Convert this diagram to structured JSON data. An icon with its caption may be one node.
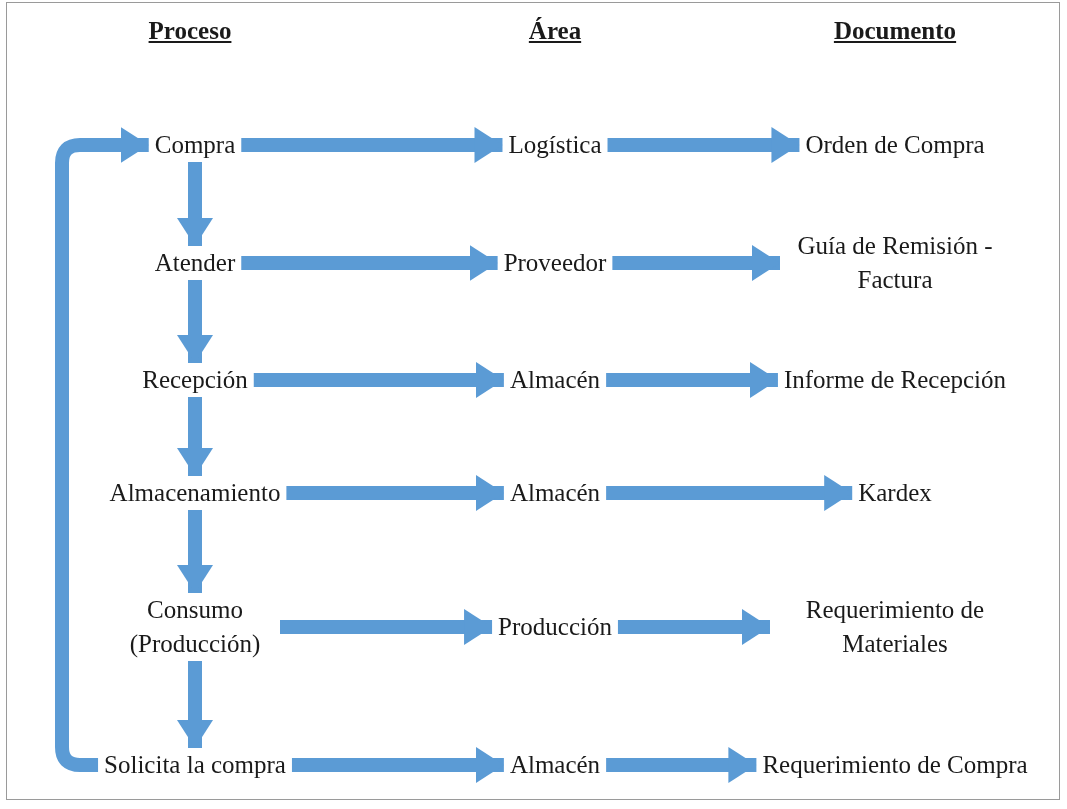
{
  "diagram": {
    "nodes": [
      {
        "text": [
          "Compra"
        ]
      },
      {
        "text": [
          "Logística"
        ]
      },
      {
        "text": [
          "Orden de Compra"
        ]
      },
      {
        "text": [
          "Atender"
        ]
      },
      {
        "text": [
          "Proveedor"
        ]
      },
      {
        "text": [
          "Guía de Remisión - Factura"
        ]
      },
      {
        "text": [
          "Recepción"
        ]
      },
      {
        "text": [
          "Almacén"
        ]
      },
      {
        "text": [
          "Informe de Recepción"
        ]
      },
      {
        "text": [
          "Almacenamiento"
        ]
      },
      {
        "text": [
          "Almacén"
        ]
      },
      {
        "text": [
          "Kardex"
        ]
      },
      {
        "text": [
          "Consumo (Producción)"
        ]
      },
      {
        "text": [
          "Producción"
        ]
      },
      {
        "text": [
          "Requerimiento de Materiales"
        ]
      },
      {
        "text": [
          "Solicita la compra"
        ]
      },
      {
        "text": [
          "Almacén"
        ]
      },
      {
        "text": [
          "Requerimiento de Compra"
        ]
      }
    ],
    "edges": [
      {
        "from": 0,
        "to": 1,
        "arrow": "to"
      },
      {
        "from": 1,
        "to": 2,
        "arrow": "to"
      },
      {
        "from": 3,
        "to": 4,
        "arrow": "to"
      },
      {
        "from": 4,
        "to": 5,
        "arrow": "to"
      },
      {
        "from": 6,
        "to": 7,
        "arrow": "to"
      },
      {
        "from": 7,
        "to": 8,
        "arrow": "to"
      },
      {
        "from": 9,
        "to": 10,
        "arrow": "to"
      },
      {
        "from": 10,
        "to": 11,
        "arrow": "to"
      },
      {
        "from": 12,
        "to": 13,
        "arrow": "to"
      },
      {
        "from": 13,
        "to": 14,
        "arrow": "to"
      },
      {
        "from": 15,
        "to": 16,
        "arrow": "to"
      },
      {
        "from": 16,
        "to": 17,
        "arrow": "to"
      },
      {
        "from": 0,
        "to": 3,
        "arrow": "to"
      },
      {
        "from": 3,
        "to": 6,
        "arrow": "to"
      },
      {
        "from": 6,
        "to": 9,
        "arrow": "to"
      },
      {
        "from": 9,
        "to": 12,
        "arrow": "to"
      },
      {
        "from": 12,
        "to": 15,
        "arrow": "to"
      },
      {
        "from": 15,
        "to": 0,
        "arrow": "to"
      }
    ],
    "labels": [
      "Proceso",
      "Área",
      "Documento"
    ]
  }
}
